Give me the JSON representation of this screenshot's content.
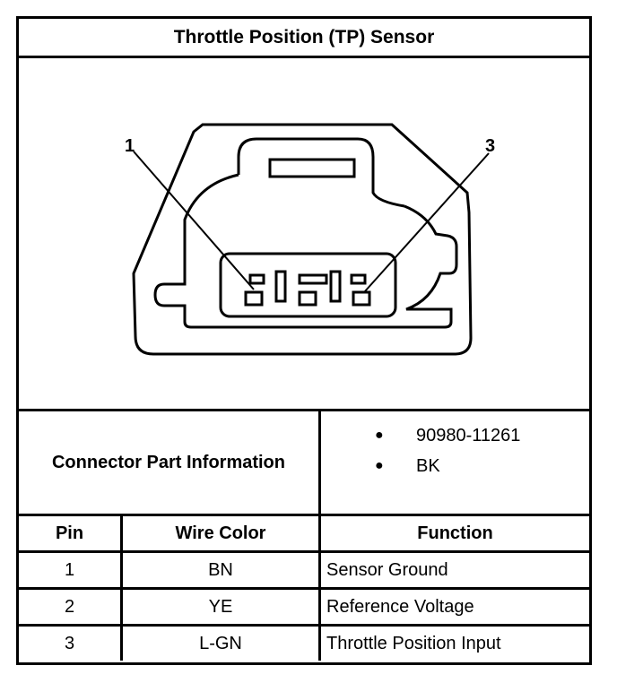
{
  "title": "Throttle Position (TP) Sensor",
  "diagram": {
    "callouts": [
      "1",
      "3"
    ]
  },
  "connector_info": {
    "label": "Connector Part Information",
    "items": [
      "90980-11261",
      "BK"
    ]
  },
  "pin_table": {
    "headers": [
      "Pin",
      "Wire Color",
      "Function"
    ],
    "rows": [
      {
        "pin": "1",
        "color": "BN",
        "function": "Sensor Ground"
      },
      {
        "pin": "2",
        "color": "YE",
        "function": "Reference Voltage"
      },
      {
        "pin": "3",
        "color": "L-GN",
        "function": "Throttle Position Input"
      }
    ]
  },
  "colors": {
    "line": "#000000",
    "background": "#ffffff"
  }
}
